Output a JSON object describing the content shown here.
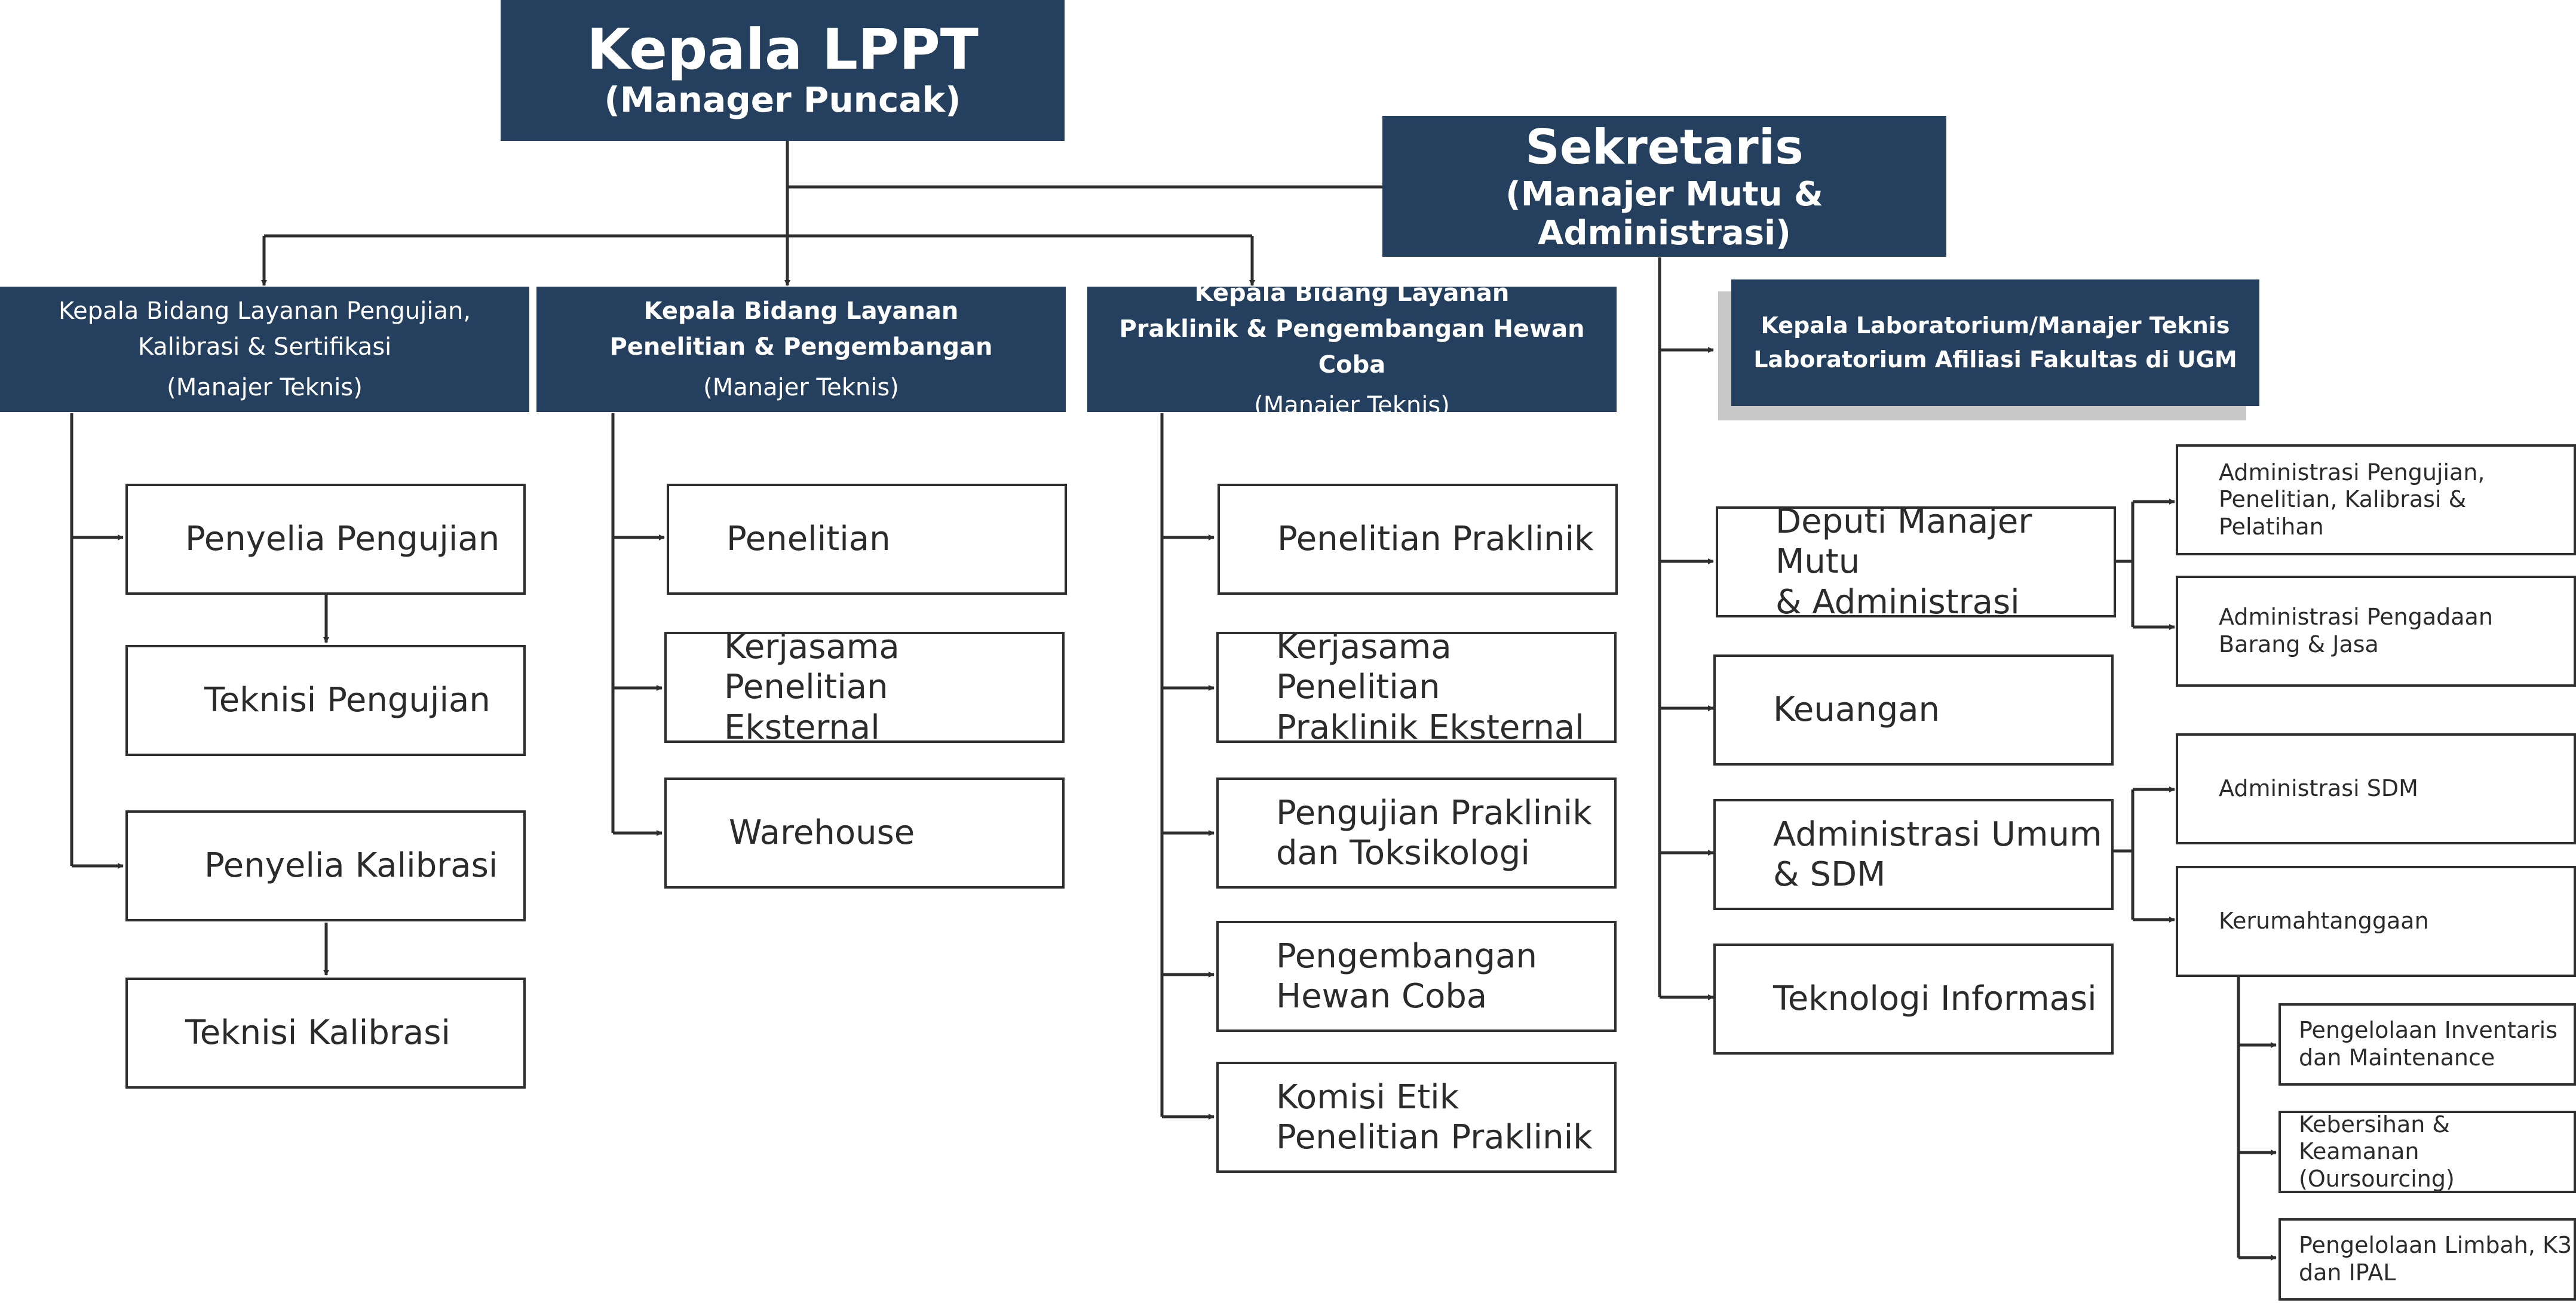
{
  "top": {
    "title": "Kepala LPPT",
    "subtitle": "(Manager Puncak)"
  },
  "secretary": {
    "title": "Sekretaris",
    "subtitle": "(Manajer Mutu & Administrasi)"
  },
  "heads": [
    {
      "line1": "Kepala Bidang Layanan Pengujian,",
      "line2": "Kalibrasi & Sertifikasi",
      "role": "(Manajer Teknis)"
    },
    {
      "line1": "Kepala Bidang Layanan",
      "line2": "Penelitian & Pengembangan",
      "role": "(Manajer Teknis)"
    },
    {
      "line1": "Kepala Bidang Layanan",
      "line2": "Praklinik & Pengembangan Hewan Coba",
      "role": "(Manajer Teknis)"
    }
  ],
  "lab_head": {
    "line1": "Kepala Laboratorium/Manajer Teknis",
    "line2": "Laboratorium Afiliasi Fakultas di UGM"
  },
  "col1": [
    {
      "lines": [
        "Penyelia Pengujian"
      ]
    },
    {
      "lines": [
        "Teknisi Pengujian"
      ]
    },
    {
      "lines": [
        "Penyelia Kalibrasi"
      ]
    },
    {
      "lines": [
        "Teknisi Kalibrasi"
      ]
    }
  ],
  "col2": [
    {
      "lines": [
        "Penelitian"
      ]
    },
    {
      "lines": [
        "Kerjasama Penelitian",
        "Eksternal"
      ]
    },
    {
      "lines": [
        "Warehouse"
      ]
    }
  ],
  "col3": [
    {
      "lines": [
        "Penelitian Praklinik"
      ]
    },
    {
      "lines": [
        "Kerjasama Penelitian",
        "Praklinik Eksternal"
      ]
    },
    {
      "lines": [
        "Pengujian Praklinik",
        "dan Toksikologi"
      ]
    },
    {
      "lines": [
        "Pengembangan",
        "Hewan Coba"
      ]
    },
    {
      "lines": [
        "Komisi Etik",
        "Penelitian Praklinik"
      ]
    }
  ],
  "col4": [
    {
      "lines": [
        "Deputi Manajer Mutu",
        "& Administrasi"
      ]
    },
    {
      "lines": [
        "Keuangan"
      ]
    },
    {
      "lines": [
        "Administrasi Umum",
        "& SDM"
      ]
    },
    {
      "lines": [
        "Teknologi Informasi"
      ]
    }
  ],
  "col5": [
    {
      "lines": [
        "Administrasi Pengujian,",
        "Penelitian, Kalibrasi & Pelatihan"
      ]
    },
    {
      "lines": [
        "Administrasi Pengadaan",
        "Barang & Jasa"
      ]
    },
    {
      "lines": [
        "Administrasi SDM"
      ]
    },
    {
      "lines": [
        "Kerumahtanggaan"
      ]
    }
  ],
  "col6": [
    {
      "lines": [
        "Pengelolaan Inventaris",
        "dan Maintenance"
      ]
    },
    {
      "lines": [
        "Kebersihan & Keamanan",
        "(Oursourcing)"
      ]
    },
    {
      "lines": [
        "Pengelolaan Limbah, K3",
        "dan IPAL"
      ]
    }
  ],
  "colors": {
    "dark_fill": "#25405e",
    "line": "#2e2e2e",
    "shadow": "#c8c8c8"
  }
}
